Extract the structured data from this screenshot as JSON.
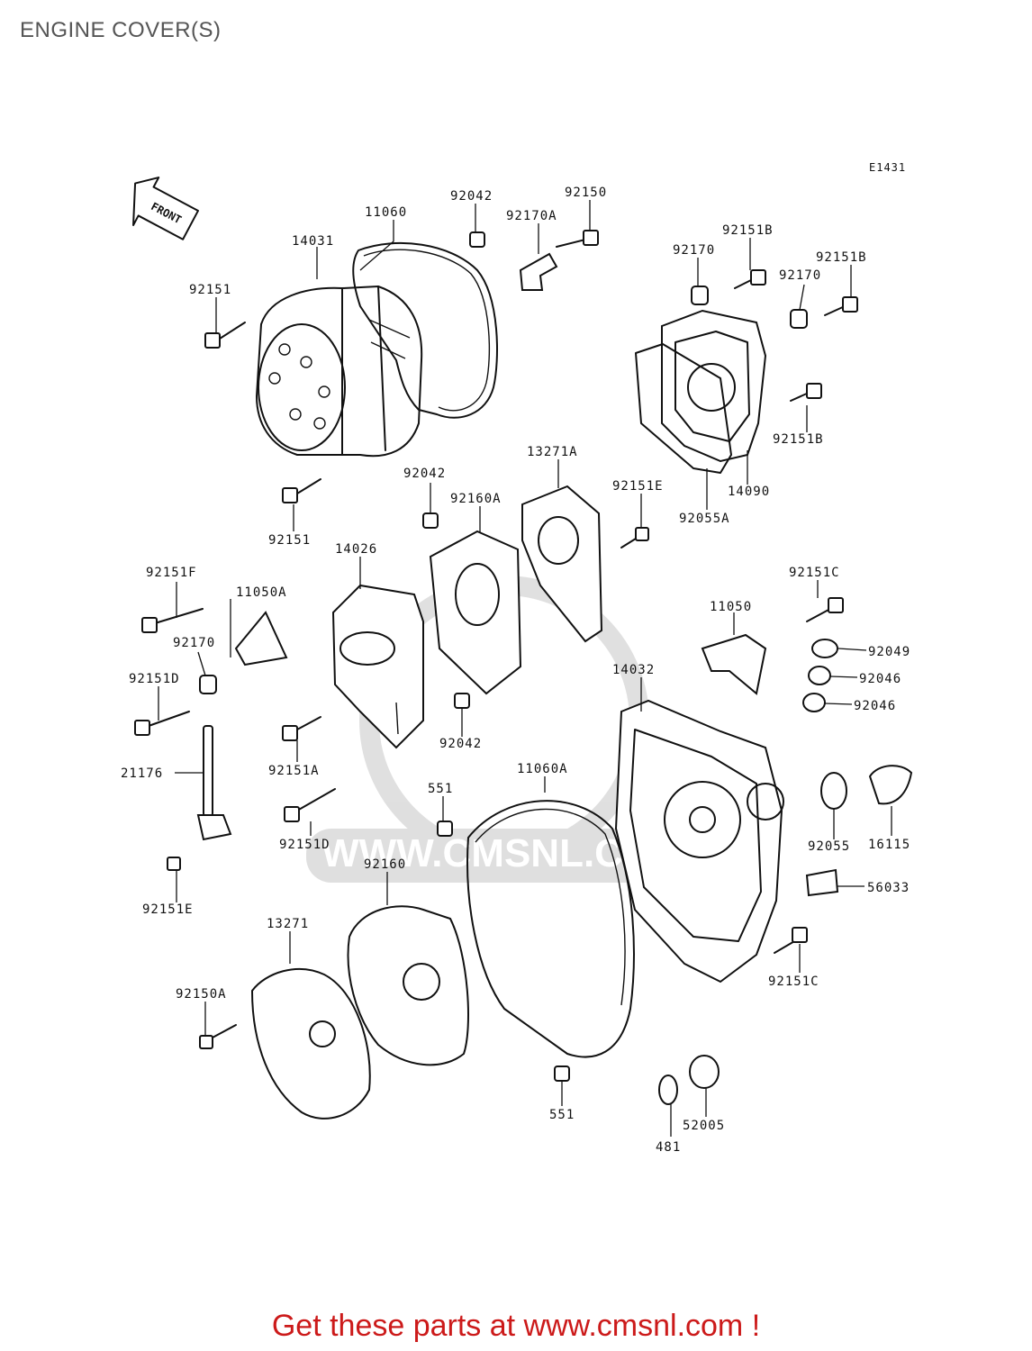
{
  "page": {
    "title": "ENGINE COVER(S)",
    "diagram_code": "E1431",
    "footer": "Get these parts at www.cmsnl.com !"
  },
  "front_arrow": {
    "label": "FRONT"
  },
  "watermark": {
    "text": "WWW.CMSNL.COM"
  },
  "callouts": [
    "11060",
    "92042",
    "92150",
    "92170A",
    "14031",
    "92151",
    "92151B",
    "92170",
    "92151B",
    "92170",
    "92151B",
    "14090",
    "92055A",
    "13271A",
    "92042",
    "92151E",
    "92160A",
    "92151",
    "14026",
    "92151F",
    "11050A",
    "92170",
    "92151D",
    "92151C",
    "92049",
    "11050",
    "92046",
    "92046",
    "14032",
    "21176",
    "92042",
    "92151A",
    "11060A",
    "551",
    "92151D",
    "92055",
    "16115",
    "92151E",
    "92160",
    "56033",
    "13271",
    "92151C",
    "92150A",
    "551",
    "52005",
    "481"
  ]
}
